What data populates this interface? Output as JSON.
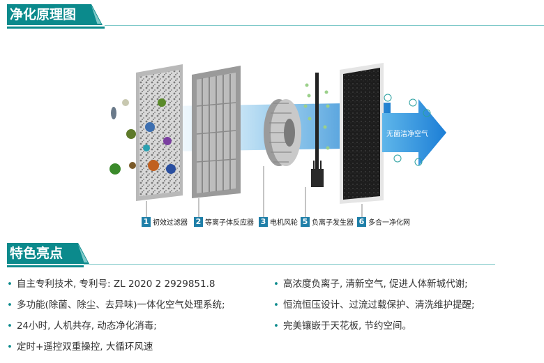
{
  "section1": {
    "title": "净化原理图"
  },
  "diagram": {
    "arrow_text": "无菌洁净空气",
    "captions": [
      {
        "num": "1",
        "label": "初效过滤器"
      },
      {
        "num": "2",
        "label": "等离子体反应器"
      },
      {
        "num": "3",
        "label": "电机风轮"
      },
      {
        "num": "5",
        "label": "负离子发生器"
      },
      {
        "num": "6",
        "label": "多合一净化网"
      }
    ]
  },
  "section2": {
    "title": "特色亮点"
  },
  "features_left": [
    "自主专利技术, 专利号: ZL 2020 2 2929851.8",
    "多功能(除菌、除尘、去异味)一体化空气处理系统;",
    "24小时, 人机共存, 动态净化消毒;",
    "定时+遥控双重操控, 大循环风速"
  ],
  "features_right": [
    "高浓度负离子, 清新空气, 促进人体新城代谢;",
    "恒流恒压设计、过流过载保护、清洗维护提醒;",
    "完美镶嵌于天花板, 节约空间。"
  ],
  "colors": {
    "accent": "#0b8a8c",
    "accent_light": "#7fc9c9",
    "badge": "#1f7fa8"
  }
}
